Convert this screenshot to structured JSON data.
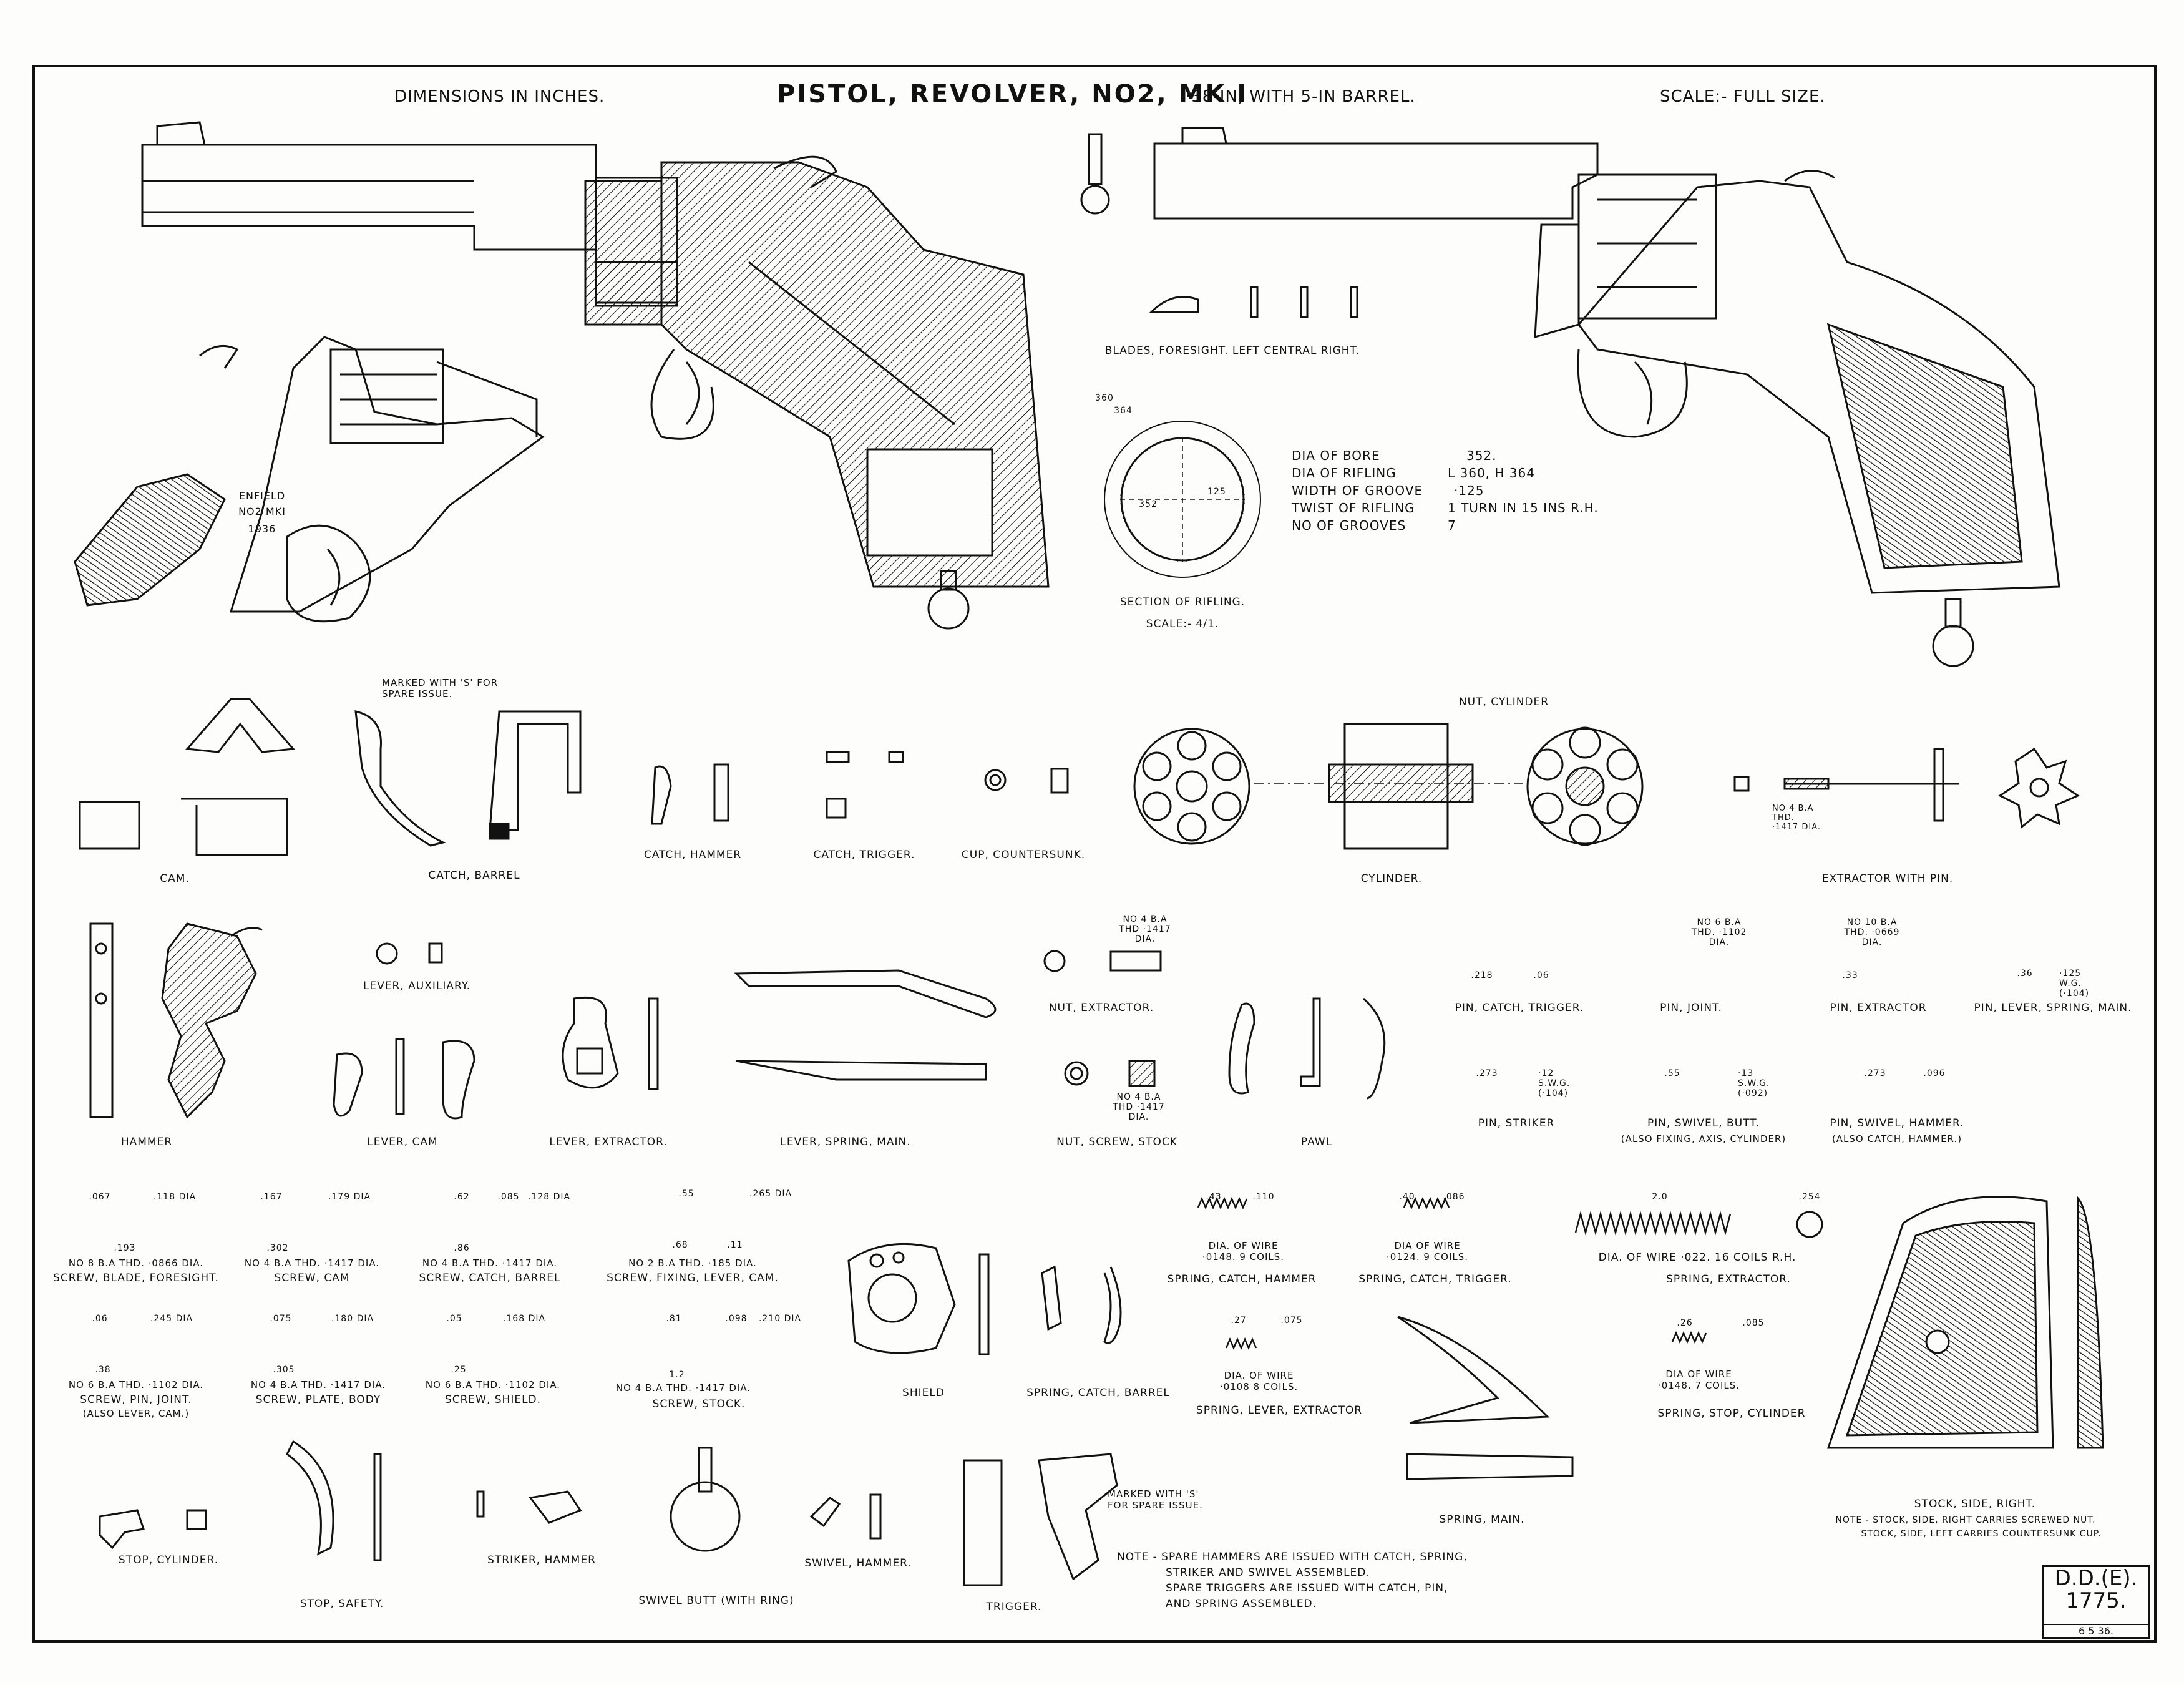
{
  "header": {
    "dimensions": "DIMENSIONS IN INCHES.",
    "title": "PISTOL, REVOLVER, No2, Mk I",
    "subtitle": "·38-IN, WITH 5-IN BARREL.",
    "scale": "SCALE:- FULL SIZE."
  },
  "stamp": {
    "line1": "ENFIELD",
    "line2": "No2 MkI",
    "line3": "1936"
  },
  "rifling": {
    "rows": [
      {
        "label": "DIA OF BORE",
        "value": "352."
      },
      {
        "label": "DIA OF RIFLING",
        "value": "L 360, H 364"
      },
      {
        "label": "WIDTH OF GROOVE",
        "value": "·125"
      },
      {
        "label": "TWIST OF RIFLING",
        "value": "1 TURN IN 15 INS R.H."
      },
      {
        "label": "No OF GROOVES",
        "value": "7"
      }
    ],
    "section_label": "SECTION OF RIFLING.",
    "section_scale": "SCALE:- 4/1.",
    "dims": [
      "360",
      "364",
      "352",
      "125"
    ]
  },
  "parts": {
    "blades_foresight": "BLADES, FORESIGHT. LEFT CENTRAL RIGHT.",
    "cam": "CAM.",
    "catch_barrel": "CATCH, BARREL",
    "spare_note1": "MARKED WITH 'S' FOR SPARE ISSUE.",
    "catch_hammer": "CATCH, HAMMER",
    "catch_trigger": "CATCH, TRIGGER.",
    "cup_countersunk": "CUP, COUNTERSUNK.",
    "nut_cylinder": "NUT, CYLINDER",
    "cylinder": "CYLINDER.",
    "extractor_pin_thd": "No 4 B.A THD. ·1417 DIA.",
    "extractor_with_pin": "EXTRACTOR WITH PIN.",
    "hammer": "HAMMER",
    "lever_auxiliary": "LEVER, AUXILIARY.",
    "lever_cam": "LEVER, CAM",
    "lever_extractor": "LEVER, EXTRACTOR.",
    "lever_spring_main": "LEVER, SPRING, MAIN.",
    "nut_extractor_thd": "No 4 B.A THD ·1417 DIA.",
    "nut_extractor": "NUT, EXTRACTOR.",
    "nut_screw_stock_thd": "No 4 B.A THD ·1417 DIA.",
    "nut_screw_stock": "NUT, SCREW, STOCK",
    "pawl": "PAWL",
    "pin_catch_trigger": "PIN, CATCH, TRIGGER.",
    "pin_joint_thd": "No 6 B.A THD. ·1102 DIA.",
    "pin_joint": "PIN, JOINT.",
    "pin_extractor_thd": "No 10 B.A THD. ·0669 DIA.",
    "pin_extractor": "PIN, EXTRACTOR",
    "pin_lever_spring_main": "PIN, LEVER, SPRING, MAIN.",
    "pin_striker": "PIN, STRIKER",
    "pin_swivel_butt": "PIN, SWIVEL, BUTT.",
    "pin_swivel_butt_note": "(ALSO FIXING, AXIS, CYLINDER)",
    "pin_swivel_hammer": "PIN, SWIVEL, HAMMER.",
    "pin_swivel_hammer_note": "(ALSO CATCH, HAMMER.)",
    "screw_blade_foresight_thd": "No 8 B.A THD. ·0866 DIA.",
    "screw_blade_foresight": "SCREW, BLADE, FORESIGHT.",
    "screw_cam_thd": "No 4 B.A THD. ·1417 DIA.",
    "screw_cam": "SCREW, CAM",
    "screw_catch_barrel_thd": "No 4 B.A THD. ·1417 DIA.",
    "screw_catch_barrel": "SCREW, CATCH, BARREL",
    "screw_fixing_lever_cam_thd": "No 2 B.A THD. ·185 DIA.",
    "screw_fixing_lever_cam": "SCREW, FIXING, LEVER, CAM.",
    "screw_pin_joint_thd": "No 6 B.A THD. ·1102 DIA.",
    "screw_pin_joint": "SCREW, PIN, JOINT.",
    "screw_pin_joint_note": "(ALSO LEVER, CAM.)",
    "screw_plate_body_thd": "No 4 B.A THD. ·1417 DIA.",
    "screw_plate_body": "SCREW, PLATE, BODY",
    "screw_shield_thd": "No 6 B.A THD. ·1102 DIA.",
    "screw_shield": "SCREW, SHIELD.",
    "screw_stock_thd": "No 4 B.A THD. ·1417 DIA.",
    "screw_stock": "SCREW, STOCK.",
    "shield": "SHIELD",
    "spring_catch_barrel": "SPRING, CATCH, BARREL",
    "spring_catch_hammer_wire": "DIA. OF WIRE ·0148. 9 COILS.",
    "spring_catch_hammer": "SPRING, CATCH, HAMMER",
    "spring_catch_trigger_wire": "DIA OF WIRE ·0124. 9 COILS.",
    "spring_catch_trigger": "SPRING, CATCH, TRIGGER.",
    "spring_extractor_wire": "DIA. OF WIRE ·022.  16 COILS R.H.",
    "spring_extractor": "SPRING, EXTRACTOR.",
    "spring_lever_extractor_wire": "DIA. OF WIRE ·0108 8 COILS.",
    "spring_lever_extractor": "SPRING, LEVER, EXTRACTOR",
    "spring_stop_cylinder_wire": "DIA OF WIRE ·0148. 7 COILS.",
    "spring_stop_cylinder": "SPRING, STOP, CYLINDER",
    "spring_main": "SPRING, MAIN.",
    "stock_side_right": "STOCK, SIDE, RIGHT.",
    "stock_note1": "NOTE - STOCK, SIDE, RIGHT CARRIES SCREWED NUT.",
    "stock_note2": "STOCK, SIDE, LEFT CARRIES COUNTERSUNK CUP.",
    "stop_cylinder": "STOP, CYLINDER.",
    "stop_safety": "STOP, SAFETY.",
    "striker_hammer": "STRIKER, HAMMER",
    "swivel_butt": "SWIVEL BUTT (WITH RING)",
    "swivel_hammer": "SWIVEL, HAMMER.",
    "trigger": "TRIGGER.",
    "spare_note2": "MARKED WITH 'S' FOR SPARE ISSUE."
  },
  "dimensions": {
    "pin_catch_trigger": [
      ".218",
      ".06"
    ],
    "pin_extractor": [
      ".33"
    ],
    "pin_lever_spring_main": [
      ".36",
      "·125 W.G. (·104)"
    ],
    "pin_striker": [
      ".273",
      "·12 S.W.G. (·104)"
    ],
    "pin_swivel_butt": [
      ".55",
      "·13 S.W.G. (·092)"
    ],
    "pin_swivel_hammer": [
      ".273",
      ".096"
    ],
    "screw_blade_foresight": [
      ".067",
      ".118 DIA",
      ".193"
    ],
    "screw_cam": [
      ".167",
      ".179 DIA",
      ".302"
    ],
    "screw_catch_barrel": [
      ".62",
      ".085",
      ".128 DIA",
      ".86"
    ],
    "screw_fixing_lever_cam": [
      ".55",
      ".265 DIA",
      ".68",
      ".11"
    ],
    "screw_pin_joint": [
      ".06",
      ".245 DIA",
      ".38"
    ],
    "screw_plate_body": [
      ".075",
      ".180 DIA",
      ".305"
    ],
    "screw_shield": [
      ".05",
      ".168 DIA",
      ".25"
    ],
    "screw_stock": [
      ".81",
      ".098",
      ".210 DIA",
      "1.2"
    ],
    "spring_catch_hammer": [
      ".43",
      ".110"
    ],
    "spring_catch_trigger": [
      ".40",
      ".086"
    ],
    "spring_extractor": [
      "2.0",
      ".254"
    ],
    "spring_lever_extractor": [
      ".27",
      ".075"
    ],
    "spring_stop_cylinder": [
      ".26",
      ".085"
    ]
  },
  "footer": {
    "note": [
      "NOTE - SPARE HAMMERS ARE ISSUED WITH CATCH, SPRING,",
      "STRIKER AND SWIVEL ASSEMBLED.",
      "SPARE TRIGGERS ARE ISSUED WITH CATCH, PIN,",
      "AND SPRING ASSEMBLED."
    ],
    "drawing_code": "D.D.(E). 1775.",
    "date": "6 5 36."
  }
}
